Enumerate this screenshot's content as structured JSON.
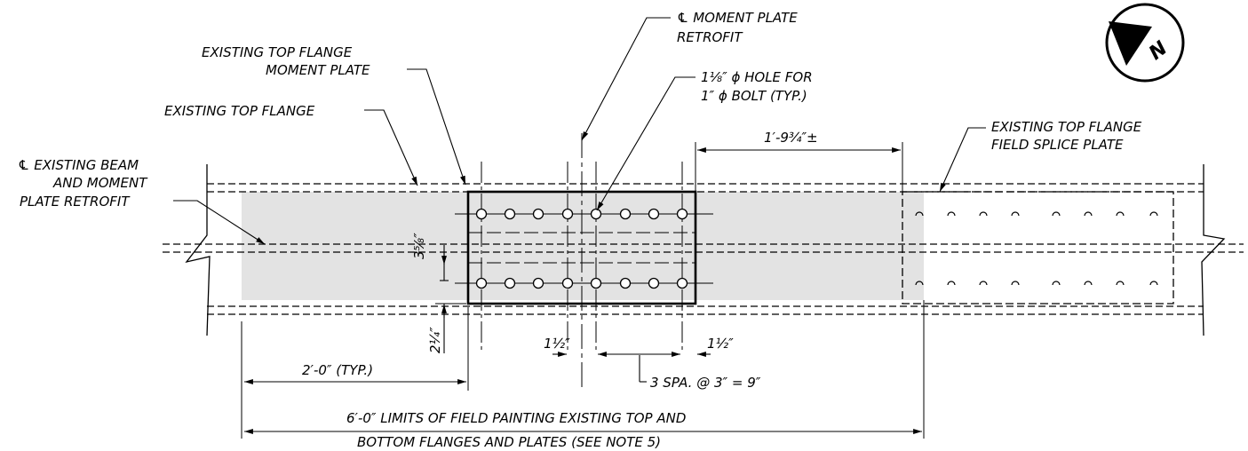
{
  "callouts": {
    "cl_moment_plate_1": "℄ MOMENT PLATE",
    "cl_moment_plate_2": "RETROFIT",
    "ex_top_flange_moment_plate_1": "EXISTING TOP FLANGE",
    "ex_top_flange_moment_plate_2": "MOMENT PLATE",
    "hole_note_1": "1⅛″ ϕ HOLE FOR",
    "hole_note_2": "1″ ϕ BOLT (TYP.)",
    "ex_top_flange": "EXISTING TOP FLANGE",
    "cl_beam_1": "℄ EXISTING BEAM",
    "cl_beam_2": "AND MOMENT",
    "cl_beam_3": "PLATE RETROFIT",
    "field_splice_1": "EXISTING TOP FLANGE",
    "field_splice_2": "FIELD SPLICE PLATE"
  },
  "dimensions": {
    "top_right": "1′-9¾″±",
    "vertical_spacing": "3⅝″",
    "edge_bottom": "2¼″",
    "edge_left": "1½″",
    "edge_right": "1½″",
    "bolt_spacing": "3 SPA. @ 3″ = 9″",
    "typ_length": "2′-0″ (TYP.)",
    "limits_1": "6′-0″ LIMITS OF FIELD PAINTING EXISTING TOP AND",
    "limits_2": "BOTTOM FLANGES AND PLATES (SEE NOTE 5)"
  },
  "colors": {
    "ink": "#000000",
    "paint_zone": "#e3e3e3",
    "background": "#ffffff"
  },
  "north_arrow": {
    "icon": "north-arrow-icon",
    "letter": "N"
  }
}
